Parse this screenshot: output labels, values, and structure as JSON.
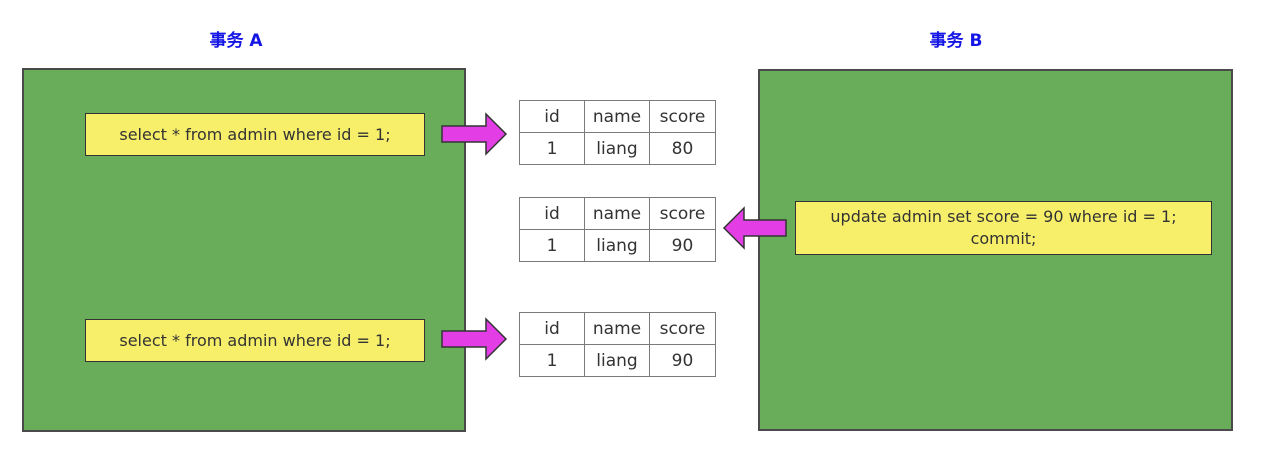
{
  "transaction_a": {
    "title": "事务 A",
    "query_1": "select * from admin where id = 1;",
    "query_2": "select * from admin where id = 1;"
  },
  "transaction_b": {
    "title": "事务 B",
    "statement_line_1": "update admin set score = 90 where id = 1;",
    "statement_line_2": "commit;"
  },
  "tables": [
    {
      "headers": [
        "id",
        "name",
        "score"
      ],
      "row": [
        "1",
        "liang",
        "80"
      ]
    },
    {
      "headers": [
        "id",
        "name",
        "score"
      ],
      "row": [
        "1",
        "liang",
        "90"
      ]
    },
    {
      "headers": [
        "id",
        "name",
        "score"
      ],
      "row": [
        "1",
        "liang",
        "90"
      ]
    }
  ],
  "colors": {
    "panel": "#69ad5b",
    "query_box": "#f7ef6a",
    "arrow": "#e33ee6",
    "title": "#1515e6"
  }
}
